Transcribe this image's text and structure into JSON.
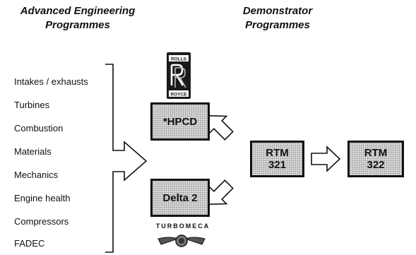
{
  "headers": {
    "left": "Advanced Engineering Programmes",
    "right": "Demonstrator Programmes"
  },
  "programmes": [
    "Intakes / exhausts",
    "Turbines",
    "Combustion",
    "Materials",
    "Mechanics",
    "Engine health",
    "Compressors",
    "FADEC"
  ],
  "boxes": {
    "hpcd": "*HPCD",
    "delta": "Delta 2",
    "rtm321_line1": "RTM",
    "rtm321_line2": "321",
    "rtm322_line1": "RTM",
    "rtm322_line2": "322"
  },
  "logos": {
    "rolls_royce_top": "ROLLS",
    "rolls_royce_bottom": "ROYCE",
    "turbomeca": "TURBOMECA"
  }
}
